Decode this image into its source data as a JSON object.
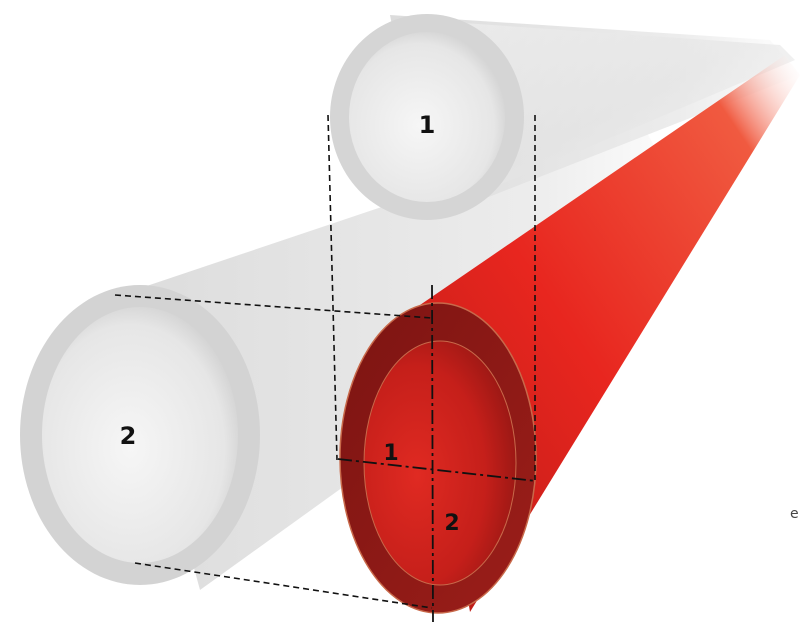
{
  "labels": {
    "top_tube": "1",
    "left_tube": "2",
    "red_horizontal_axis": "1",
    "red_vertical_axis": "2"
  },
  "edge_fragment": "e.",
  "colors": {
    "white_tube_body": "#e4e4e4",
    "white_tube_rim": "#d2d2d2",
    "red_tube_body": "#e52521",
    "red_tube_rim": "#8e1a16",
    "red_tube_inner": "#c41f1b",
    "dashed_line": "#111111"
  }
}
